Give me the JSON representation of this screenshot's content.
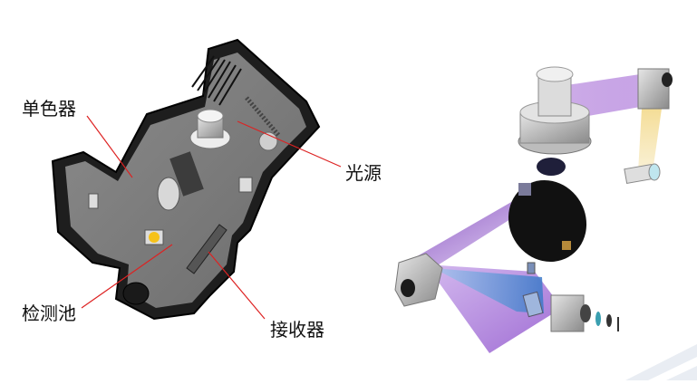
{
  "labels": {
    "monochromator": "单色器",
    "light_source": "光源",
    "detection_cell": "检测池",
    "receiver": "接收器"
  }
}
